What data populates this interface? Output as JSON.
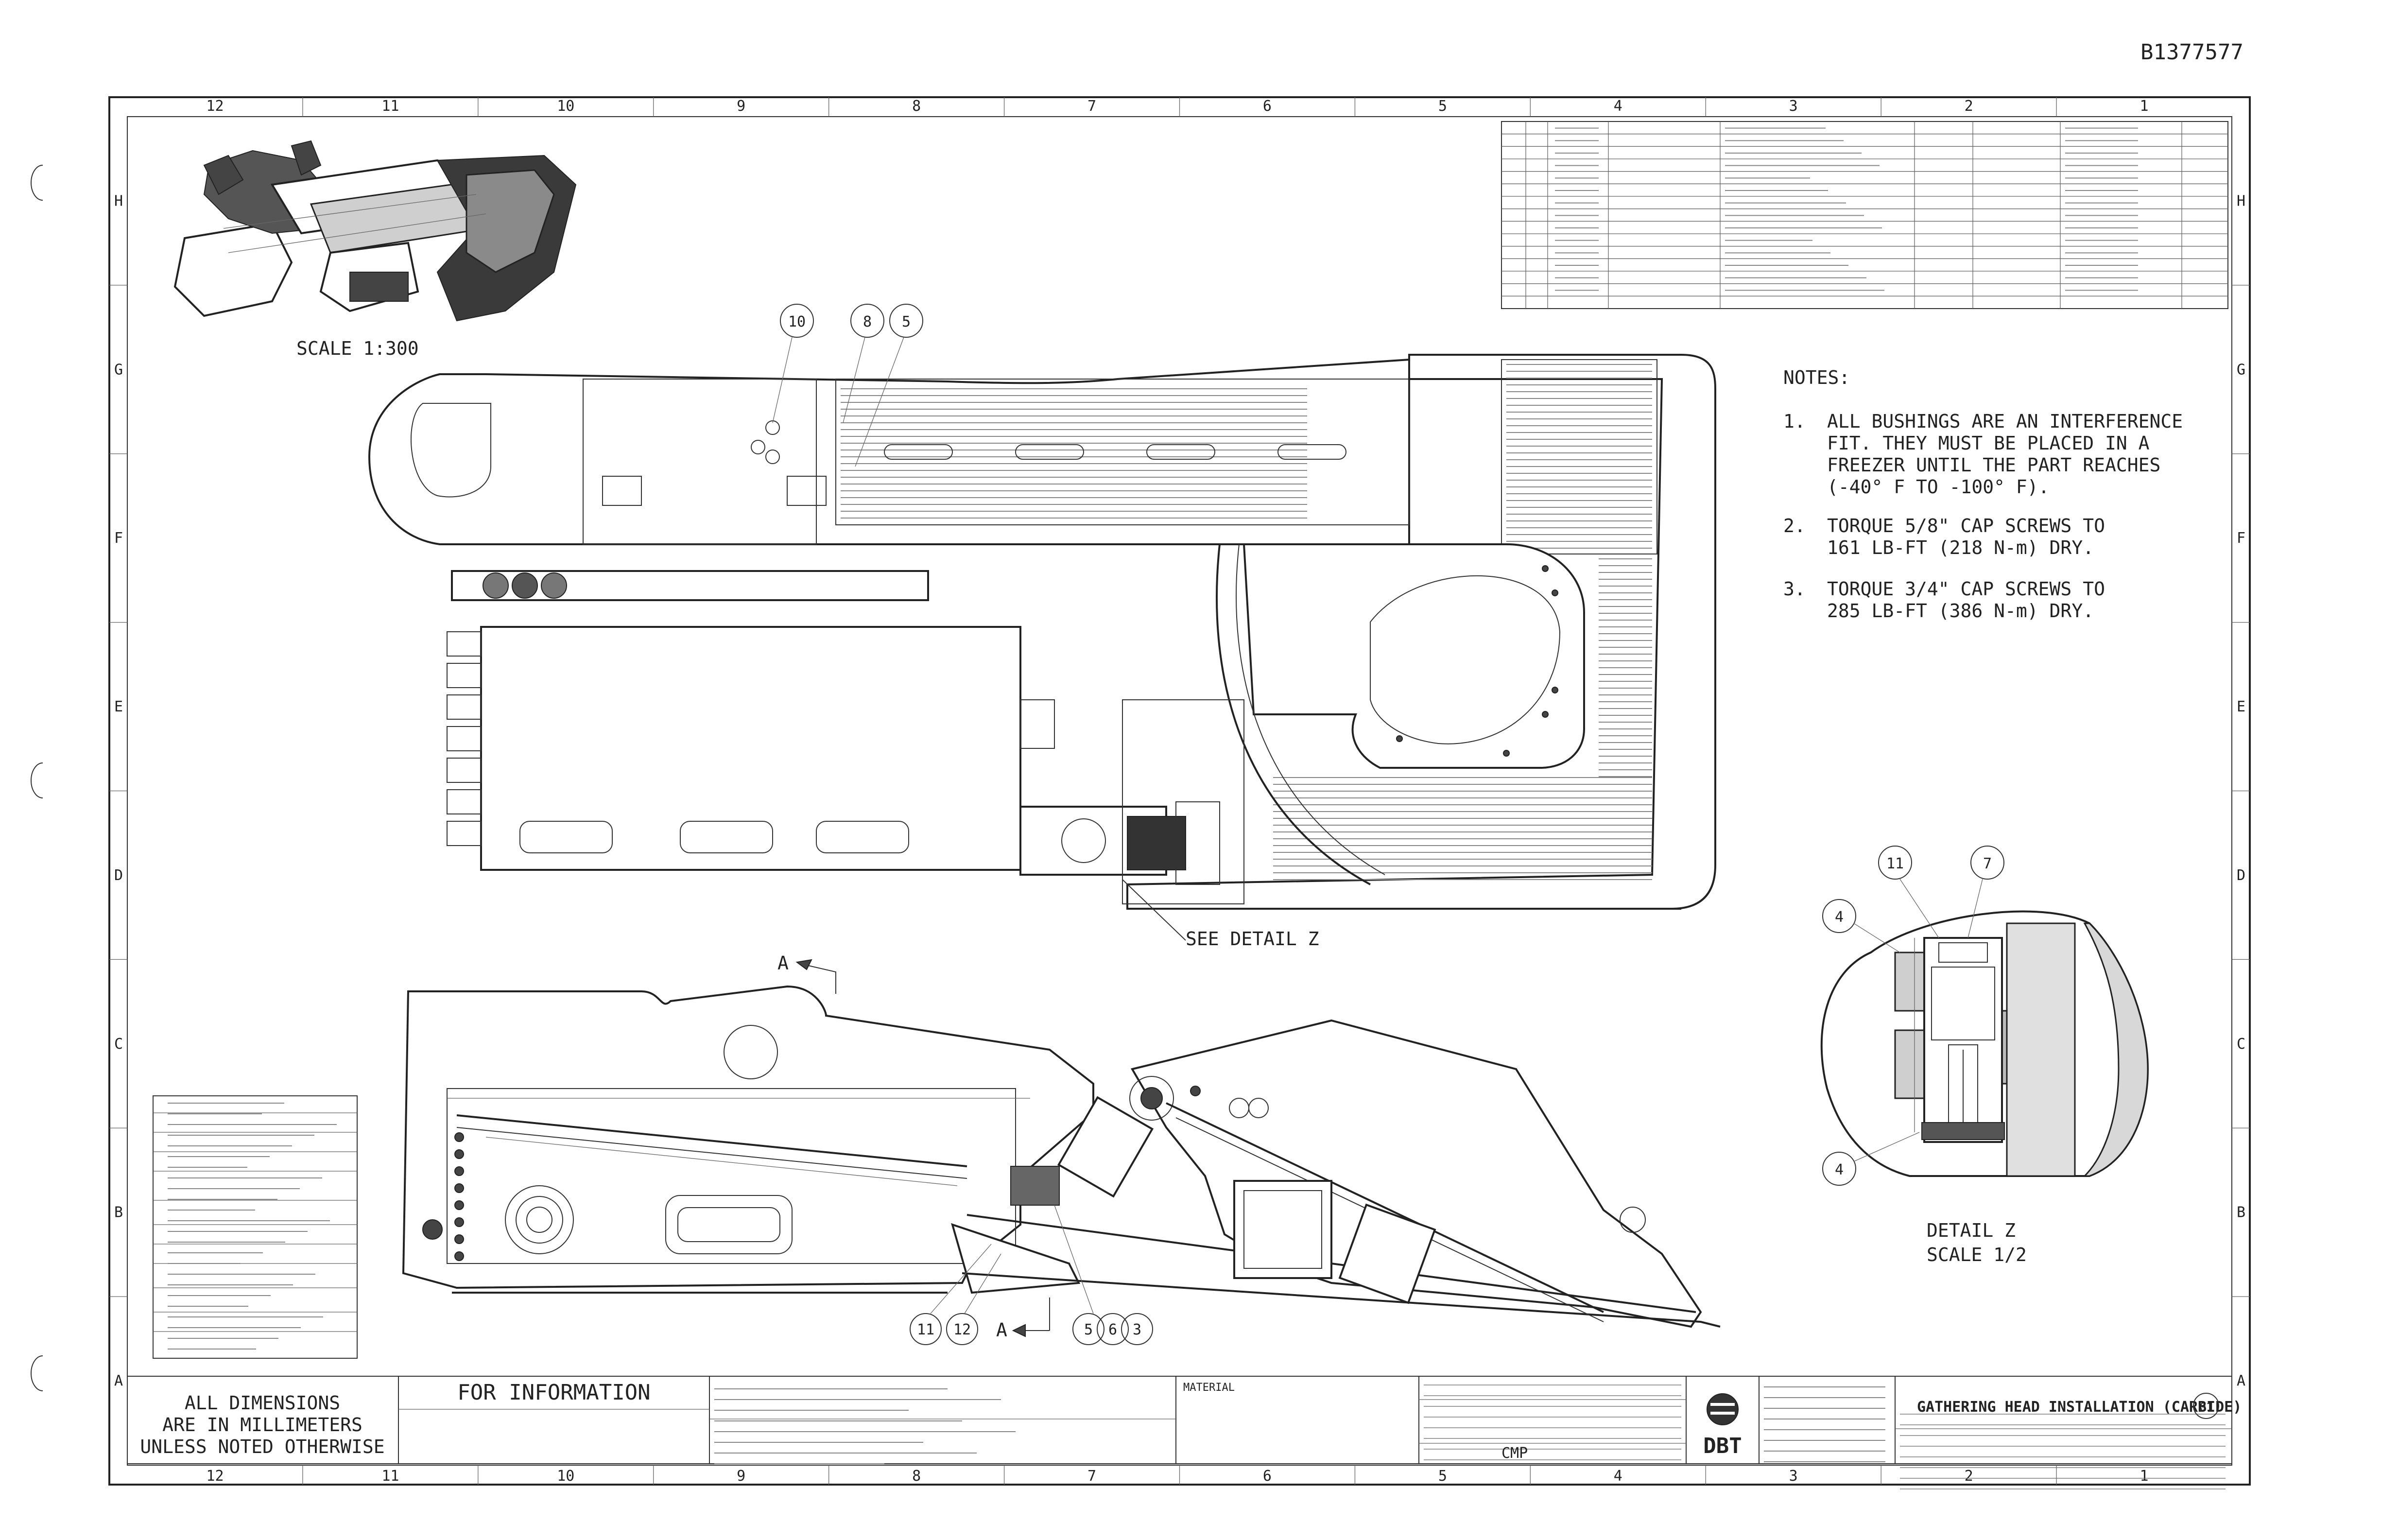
{
  "drawing_number": "B1377577",
  "zone_columns": [
    "12",
    "11",
    "10",
    "9",
    "8",
    "7",
    "6",
    "5",
    "4",
    "3",
    "2",
    "1"
  ],
  "zone_rows": [
    "H",
    "G",
    "F",
    "E",
    "D",
    "C",
    "B",
    "A"
  ],
  "iso_view": {
    "scale_label": "SCALE 1:300"
  },
  "notes": {
    "title": "NOTES:",
    "items": [
      {
        "num": "1.",
        "lines": [
          "ALL BUSHINGS ARE AN INTERFERENCE",
          "FIT. THEY MUST BE PLACED IN A",
          "FREEZER UNTIL THE PART REACHES",
          "(-40° F TO -100° F)."
        ]
      },
      {
        "num": "2.",
        "lines": [
          "TORQUE 5/8\" CAP SCREWS TO",
          "161 LB-FT (218 N-m) DRY."
        ]
      },
      {
        "num": "3.",
        "lines": [
          "TORQUE 3/4\" CAP SCREWS TO",
          "285 LB-FT (386 N-m) DRY."
        ]
      }
    ]
  },
  "balloons": {
    "top_view": [
      "10",
      "8",
      "5"
    ],
    "side_view": [
      "11",
      "12",
      "5",
      "6",
      "3"
    ],
    "detail": [
      "11",
      "7",
      "4",
      "4"
    ]
  },
  "callouts": {
    "see_detail": "SEE DETAIL Z",
    "section_top": "A",
    "section_bottom": "A"
  },
  "detail_view": {
    "title": "DETAIL Z",
    "scale": "SCALE 1/2"
  },
  "dimensions_note": [
    "ALL DIMENSIONS",
    "ARE IN MILLIMETERS",
    "UNLESS NOTED OTHERWISE"
  ],
  "info_stamp": "FOR INFORMATION",
  "material_label": "MATERIAL",
  "company_logo": "DBT",
  "drawing_title": "GATHERING HEAD INSTALLATION (CARBIDE)",
  "revision": "01",
  "sheet_label": "CMP"
}
